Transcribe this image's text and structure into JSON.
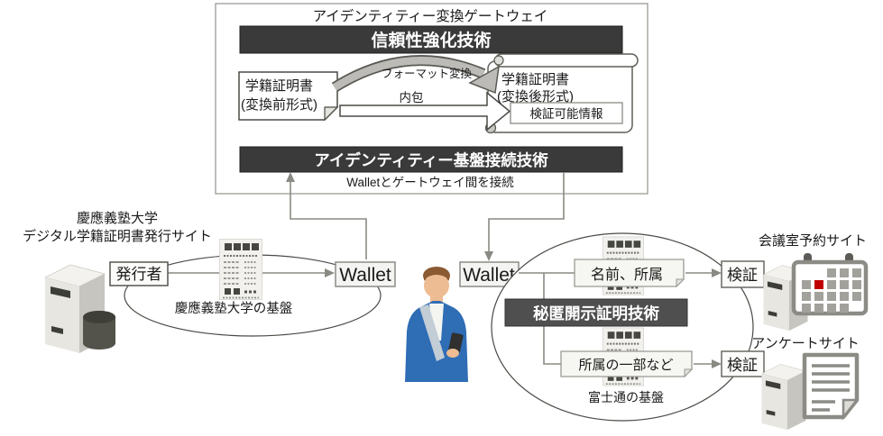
{
  "diagram": {
    "gateway": {
      "title": "アイデンティティー変換ゲートウェイ",
      "trust_tech": "信頼性強化技術",
      "cert_before": {
        "line1": "学籍証明書",
        "line2": "(変換前形式)"
      },
      "format_conversion": "フォーマット変換",
      "inclusion": "内包",
      "cert_after": {
        "line1": "学籍証明書",
        "line2": "(変換後形式)"
      },
      "verifiable_info": "検証可能情報",
      "connect_tech": "アイデンティティー基盤接続技術",
      "connect_caption": "Walletとゲートウェイ間を接続"
    },
    "keio": {
      "site_line1": "慶應義塾大学",
      "site_line2": "デジタル学籍証明書発行サイト",
      "issuer": "発行者",
      "wallet": "Wallet",
      "platform": "慶應義塾大学の基盤"
    },
    "user": {
      "wallet": "Wallet"
    },
    "fujitsu": {
      "attrs_full": "名前、所属",
      "selective_tech": "秘匿開示証明技術",
      "attrs_partial": "所属の一部など",
      "verify_full": "検証",
      "verify_partial": "検証",
      "platform": "富士通の基盤"
    },
    "services": {
      "meeting": "会議室予約サイト",
      "survey": "アンケートサイト"
    },
    "colors": {
      "dark_bar": "#3a3a3a",
      "selective_bar": "#4f4f4f",
      "accent_red": "#c00000",
      "jacket_blue": "#2f6db5"
    }
  }
}
